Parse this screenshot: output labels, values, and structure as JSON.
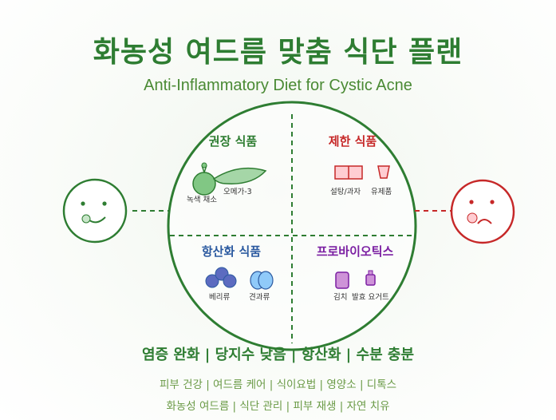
{
  "title": "화농성 여드름 맞춤 식단 플랜",
  "subtitle": "Anti-Inflammatory Diet for Cystic Acne",
  "quadrants": {
    "recommended": {
      "label": "권장 식품",
      "color": "#2e7d32",
      "items": [
        "녹색 채소",
        "오메가-3"
      ]
    },
    "restricted": {
      "label": "제한 식품",
      "color": "#c62828",
      "items": [
        "설탕/과자",
        "유제품"
      ]
    },
    "antioxidant": {
      "label": "항산화 식품",
      "color": "#2c5aa0",
      "items": [
        "베리류",
        "견과류"
      ]
    },
    "probiotics": {
      "label": "프로바이오틱스",
      "color": "#7b1fa2",
      "items": [
        "김치",
        "발효 요거트"
      ]
    }
  },
  "faces": {
    "left": {
      "icon": "happy-face-icon",
      "color": "#2e7d32"
    },
    "right": {
      "icon": "sad-face-icon",
      "color": "#c62828"
    }
  },
  "tagline": "염증 완화 | 당지수 낮음 | 항산화 | 수분 충분",
  "keywords_line1": "피부 건강 | 여드름 케어 | 식이요법 | 영양소 | 디톡스",
  "keywords_line2": "화농성 여드름 | 식단 관리 | 피부 재생 | 자연 치유"
}
